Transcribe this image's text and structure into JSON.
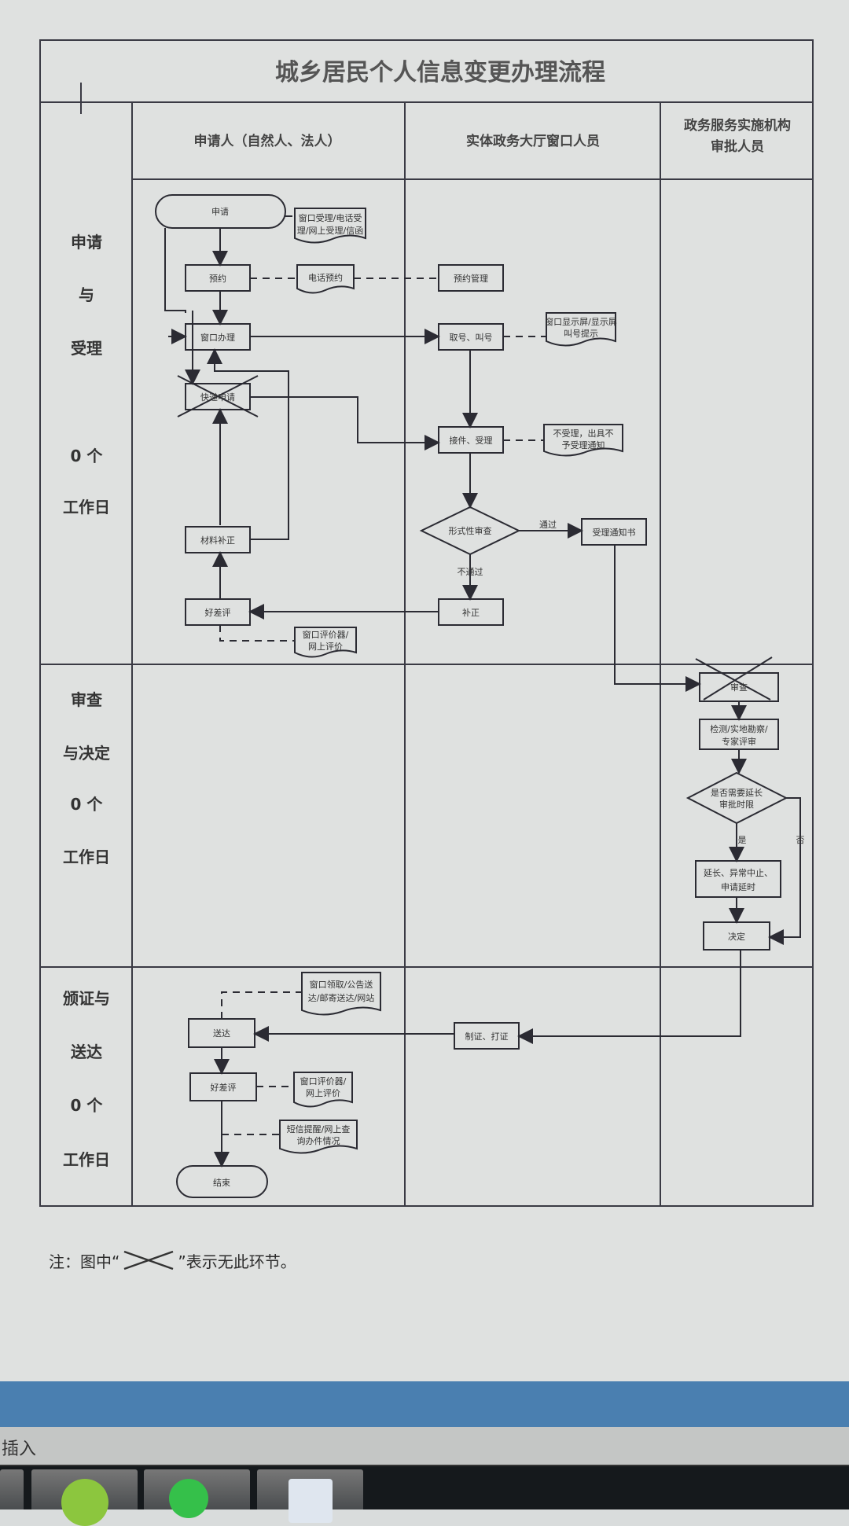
{
  "document": {
    "title": "城乡居民个人信息变更办理流程",
    "lanes": [
      {
        "label": "申请人（自然人、法人）"
      },
      {
        "label": "实体政务大厅窗口人员"
      },
      {
        "label_line1": "政务服务实施机构",
        "label_line2": "审批人员"
      }
    ],
    "stages": [
      {
        "lines": [
          "申请",
          "与",
          "受理",
          "0 个",
          "工作日"
        ]
      },
      {
        "lines": [
          "审查",
          "与决定",
          "0 个",
          "工作日"
        ]
      },
      {
        "lines": [
          "颁证与",
          "送达",
          "0 个",
          "工作日"
        ]
      }
    ],
    "nodes": {
      "apply": "申请",
      "apply_channels_l1": "窗口受理/电话受",
      "apply_channels_l2": "理/网上受理/信函",
      "reserve": "预约",
      "phone_reserve": "电话预约",
      "reserve_mgmt": "预约管理",
      "window_handle": "窗口办理",
      "take_number": "取号、叫号",
      "screen_note_l1": "窗口显示屏/显示屏",
      "screen_note_l2": "叫号提示",
      "express_apply": "快递申请",
      "accept": "接件、受理",
      "reject_note_l1": "不受理，出具不",
      "reject_note_l2": "予受理通知",
      "formal_review": "形式性审查",
      "pass": "通过",
      "fail": "不通过",
      "accept_notice": "受理通知书",
      "material_fix": "材料补正",
      "correction": "补正",
      "rating1": "好差评",
      "rating1_note_l1": "窗口评价器/",
      "rating1_note_l2": "网上评价",
      "review": "审查",
      "inspect_l1": "检测/实地勘察/",
      "inspect_l2": "专家评审",
      "extend_q_l1": "是否需要延长",
      "extend_q_l2": "审批时限",
      "yes": "是",
      "no": "否",
      "extend_l1": "延长、异常中止、",
      "extend_l2": "申请延时",
      "decision": "决定",
      "make_cert": "制证、打证",
      "deliver": "送达",
      "deliver_note_l1": "窗口领取/公告送",
      "deliver_note_l2": "达/邮寄送达/网站",
      "rating2": "好差评",
      "rating2_note_l1": "窗口评价器/",
      "rating2_note_l2": "网上评价",
      "sms_note_l1": "短信提醒/网上查",
      "sms_note_l2": "询办件情况",
      "end": "结束"
    },
    "note_prefix": "注：图中“",
    "note_suffix": "”表示无此环节。"
  },
  "statusbar": {
    "mode": "插入"
  },
  "taskbar": {
    "apps": [
      {
        "name": "browser",
        "icon": "ie-browser-icon"
      },
      {
        "name": "wechat",
        "icon": "wechat-icon"
      },
      {
        "name": "wps-writer",
        "icon": "wps-writer-icon"
      }
    ]
  }
}
